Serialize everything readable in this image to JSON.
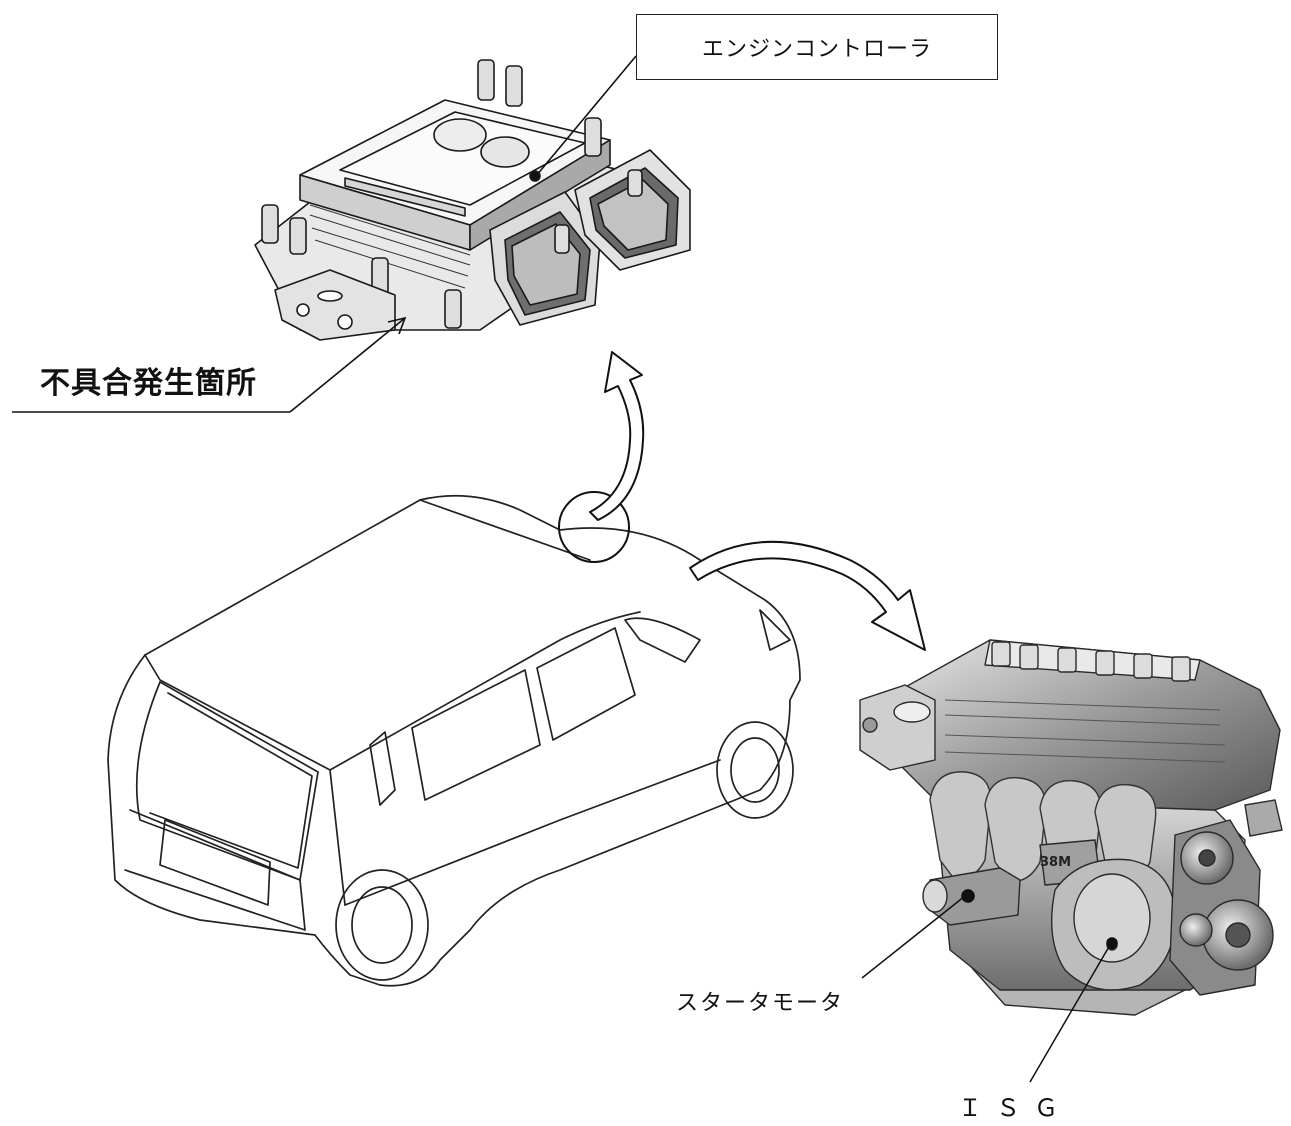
{
  "labels": {
    "engine_controller": "エンジンコントローラ",
    "defect_location": "不具合発生箇所",
    "starter_motor": "スタータモータ",
    "isg": "ＩＳＧ"
  },
  "colors": {
    "line": "#1a1a1a",
    "metal_dark": "#4a4a4a",
    "metal_mid": "#8c8c8c",
    "metal_light": "#d4d4d4",
    "background": "#ffffff"
  },
  "icons": {
    "ecu": "engine-controller-illustration",
    "car": "minivan-outline-illustration",
    "engine": "engine-assembly-illustration"
  }
}
